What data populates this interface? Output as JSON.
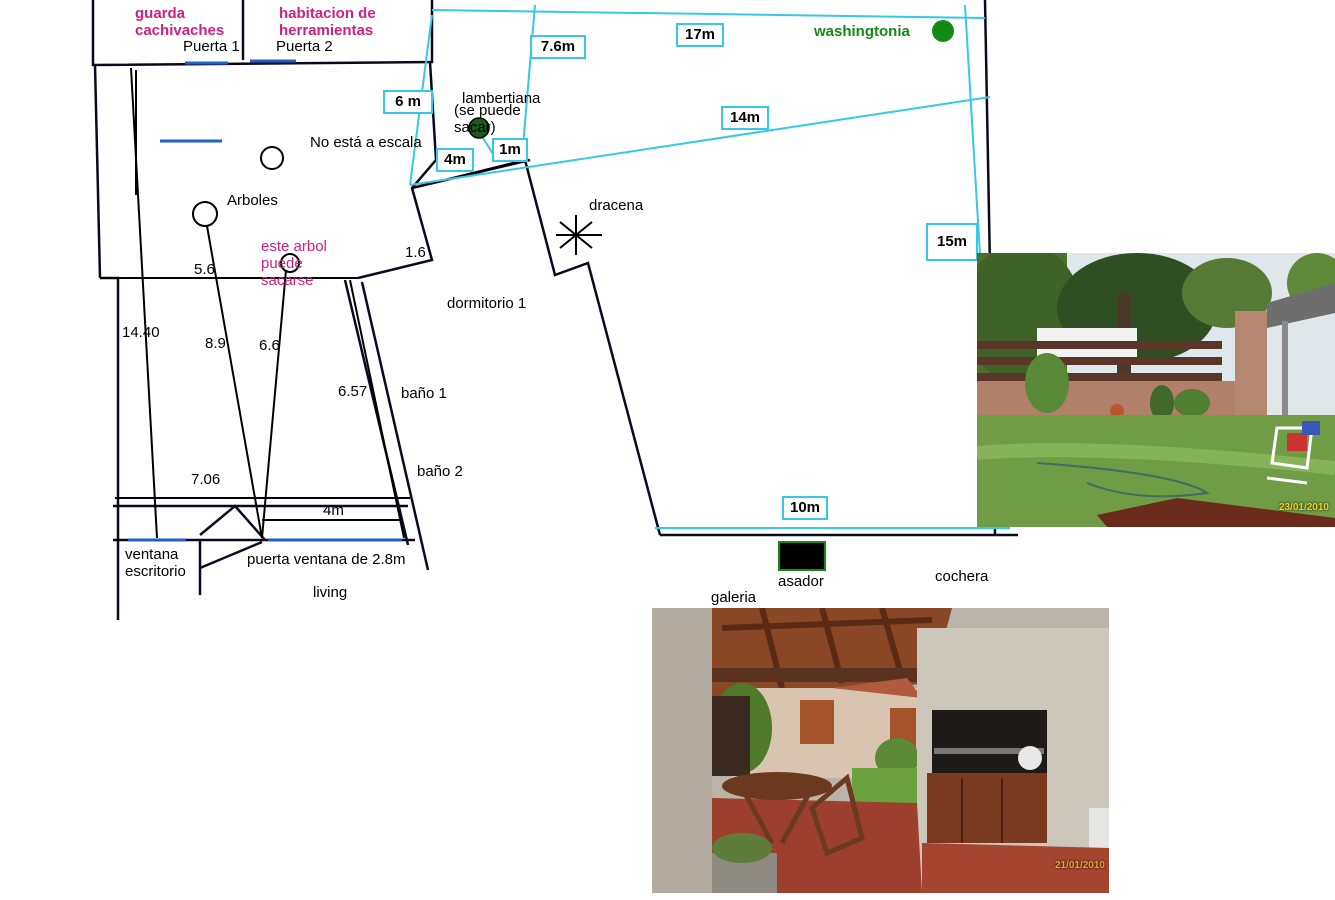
{
  "rooms": {
    "guarda": "guarda\ncachivaches",
    "habitacion": "habitacion de\nherramientas",
    "puerta1": "Puerta 1",
    "puerta2": "Puerta 2",
    "dormitorio": "dormitorio 1",
    "bano1": "baño 1",
    "bano2": "baño 2",
    "ventana": "ventana\nescritorio",
    "puerta_ventana": "puerta ventana de 2.8m",
    "living": "living",
    "galeria": "galeria",
    "asador": "asador",
    "cochera": "cochera"
  },
  "notes": {
    "arboles": "Arboles",
    "no_escala": "No está a escala",
    "lambertiana": "lambertiana",
    "se_puede": "(se puede\nsacar)",
    "este_arbol": "este arbol\npuede\nsacarse",
    "washingtonia": "washingtonia",
    "dracena": "dracena"
  },
  "measures": {
    "m56": "5.6",
    "m1440": "14.40",
    "m89": "8.9",
    "m66": "6.6",
    "m657": "6.57",
    "m706": "7.06",
    "m4": "4m",
    "m16": "1.6"
  },
  "boxes": {
    "b6m": "6 m",
    "b76m": "7.6m",
    "b17m": "17m",
    "b14m": "14m",
    "b4m": "4m",
    "b1m": "1m",
    "b15m": "15m",
    "b10m": "10m"
  },
  "photos": {
    "garden_date": "23/01/2010",
    "galeria_date": "21/01/2010"
  },
  "colors": {
    "measure_box": "#35c8e8",
    "pink_text": "#d0207f",
    "green_text": "#138a13",
    "wall": "#0a0a1e"
  }
}
